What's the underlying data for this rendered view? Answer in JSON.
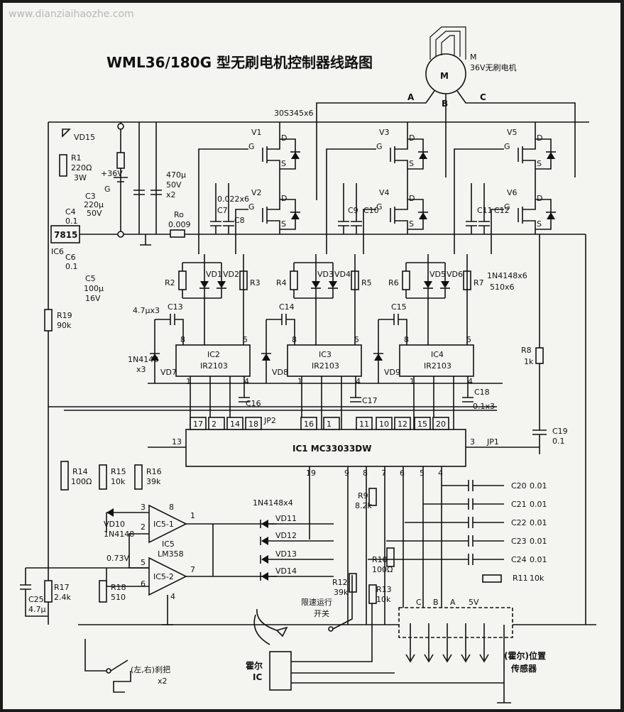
{
  "watermark": "www.dianziaihaozhe.com",
  "title": "WML36/180G 型无刷电机控制器线路图",
  "motor": {
    "letter": "M",
    "label": "36V无刷电机",
    "phases": [
      "A",
      "B",
      "C"
    ]
  },
  "mosfet_note": "30S345x6",
  "mosfets": [
    "V1",
    "V2",
    "V3",
    "V4",
    "V5",
    "V6"
  ],
  "pin_labels": {
    "d": "D",
    "g": "G",
    "s": "S"
  },
  "power": {
    "supply": "+36V",
    "ground": "G",
    "bulk_cap": "470μ\n50V\nx2",
    "sense_res": "Ro",
    "sense_val": "0.009"
  },
  "left_parts": {
    "vd15": "VD15",
    "r1": "R1",
    "r1v": "220Ω",
    "r1w": "3W",
    "c3": "C3",
    "c3v": "220μ",
    "c3w": "50V",
    "c4": "C4",
    "c4v": "0.1",
    "reg": "7815",
    "ic6": "IC6",
    "c6": "C6",
    "c6v": "0.1",
    "c5": "C5",
    "c5v": "100μ",
    "c5w": "16V",
    "r19": "R19",
    "r19v": "90k"
  },
  "gate_caps": {
    "note": "0.022x6",
    "c7": "C7",
    "c8": "C8",
    "c9": "C9",
    "c10": "C10",
    "c11": "C11",
    "c12": "C12"
  },
  "drivers": [
    {
      "name": "IC2",
      "part": "IR2103",
      "vd": "VD7",
      "cap": "C13",
      "ra": "R2",
      "rb": "R3",
      "da": "VD1",
      "db": "VD2"
    },
    {
      "name": "IC3",
      "part": "IR2103",
      "vd": "VD8",
      "cap": "C14",
      "ra": "R4",
      "rb": "R5",
      "da": "VD3",
      "db": "VD4"
    },
    {
      "name": "IC4",
      "part": "IR2103",
      "vd": "VD9",
      "cap": "C15",
      "ra": "R6",
      "rb": "R7",
      "da": "VD5",
      "db": "VD6"
    }
  ],
  "driver_notes": {
    "cap": "4.7μx3",
    "diode": "1N4148",
    "dx": "x3",
    "right": "1N4148x6",
    "res": "510x6"
  },
  "pin_nums": {
    "p8": "8",
    "p5": "5",
    "p1": "1",
    "p2": "2",
    "p3": "3",
    "p4": "4"
  },
  "bypass": {
    "c16": "C16",
    "c17": "C17",
    "c18": "C18",
    "c18v": "0.1x3",
    "r8": "R8",
    "r8v": "1k",
    "c19": "C19",
    "c19v": "0.1"
  },
  "ic1": {
    "label": "IC1  MC33033DW",
    "top_pins": [
      "17",
      "2",
      "14",
      "18",
      "16",
      "1",
      "11",
      "10",
      "12",
      "15",
      "20"
    ],
    "left_pin": "13",
    "right_pin": "3",
    "bottom_pins": [
      "19",
      "9",
      "8",
      "7",
      "6",
      "5",
      "4"
    ],
    "jp1": "JP1",
    "jp2": "JP2"
  },
  "opamp": {
    "u1": "IC5-1",
    "u2": "IC5-2",
    "part": "IC5",
    "partno": "LM358",
    "r14": "R14",
    "r14v": "100Ω",
    "r15": "R15",
    "r15v": "10k",
    "r16": "R16",
    "r16v": "39k",
    "vd10": "VD10",
    "vd10p": "1N4148",
    "v": "0.73V",
    "r17": "R17",
    "r17v": "2.4k",
    "r18": "R18",
    "r18v": "510",
    "c25": "C25",
    "c25v": "4.7μ",
    "pins": [
      "3",
      "2",
      "8",
      "1",
      "5",
      "6",
      "7",
      "4"
    ]
  },
  "diodes4": {
    "note": "1N4148x4",
    "d": [
      "VD11",
      "VD12",
      "VD13",
      "VD14"
    ]
  },
  "right_bank": {
    "r9": "R9",
    "r9v": "8.2k",
    "r10": "R10",
    "r10v": "100Ω",
    "r12": "R12",
    "r12v": "39k",
    "r13": "R13",
    "r13v": "10k",
    "caps": [
      {
        "n": "C20",
        "v": "0.01"
      },
      {
        "n": "C21",
        "v": "0.01"
      },
      {
        "n": "C22",
        "v": "0.01"
      },
      {
        "n": "C23",
        "v": "0.01"
      },
      {
        "n": "C24",
        "v": "0.01"
      }
    ],
    "r11": "R11",
    "r11v": "10k"
  },
  "bottom": {
    "speed_switch": "限速运行\n开关",
    "brake": "(左,右)刹把",
    "brake_x": "x2",
    "hall_ic": "霍尔\nIC",
    "hall_sensor": "(霍尔)位置\n传感器",
    "hall_pins": [
      "C",
      "B",
      "A",
      "5V"
    ]
  }
}
